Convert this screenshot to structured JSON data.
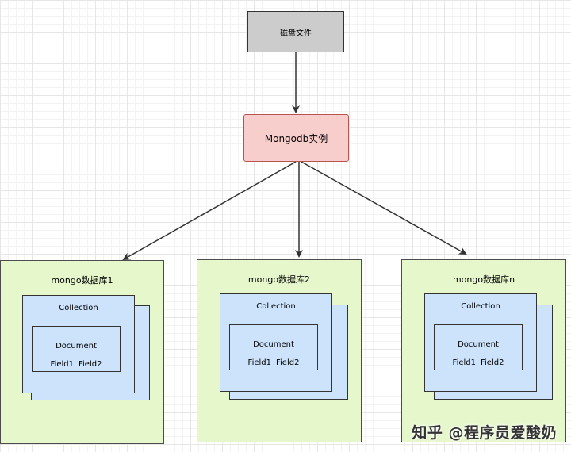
{
  "disk": {
    "label": "磁盘文件"
  },
  "instance": {
    "label": "Mongodb实例"
  },
  "databases": [
    {
      "name": "mongo数据库1",
      "collection": "Collection",
      "document": "Document",
      "field1": "Field1",
      "field2": "Field2"
    },
    {
      "name": "mongo数据库2",
      "collection": "Collection",
      "document": "Document",
      "field1": "Field1",
      "field2": "Field2"
    },
    {
      "name": "mongo数据库n",
      "collection": "Collection",
      "document": "Document",
      "field1": "Field1",
      "field2": "Field2"
    }
  ],
  "watermark": "知乎 @程序员爱酸奶",
  "colors": {
    "disk_fill": "#cccccc",
    "instance_fill": "#f8cecc",
    "instance_border": "#b85450",
    "database_fill": "#e6f7cc",
    "collection_fill": "#cce3fb",
    "arrow": "#333333"
  }
}
